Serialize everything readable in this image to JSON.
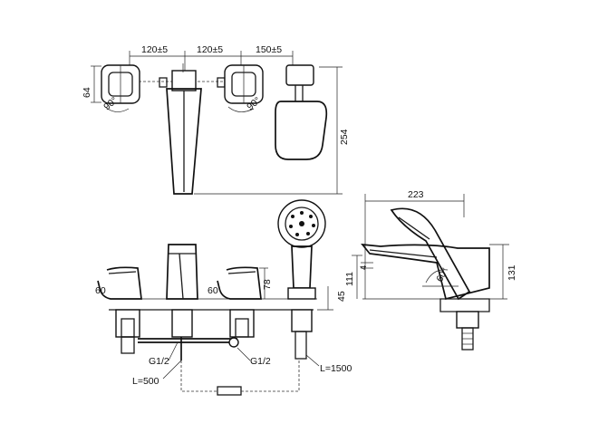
{
  "dimensions": {
    "spacing_left": "120±5",
    "spacing_mid": "120±5",
    "spacing_right": "150±5",
    "handle_depth": "64",
    "angle_left": "90°",
    "angle_right": "90°",
    "overall_depth": "254",
    "side_reach": "223",
    "handle_height_left": "60",
    "handle_height_mid": "60",
    "handle_height_78": "78",
    "deck_height_45": "45",
    "spout_height_111": "111",
    "spout_height_131": "131",
    "spout_small": "4",
    "shower_angle": "60°",
    "thread_left": "G1/2",
    "thread_right": "G1/2",
    "hose_length_500": "L=500",
    "hose_length_1500": "L=1500"
  }
}
